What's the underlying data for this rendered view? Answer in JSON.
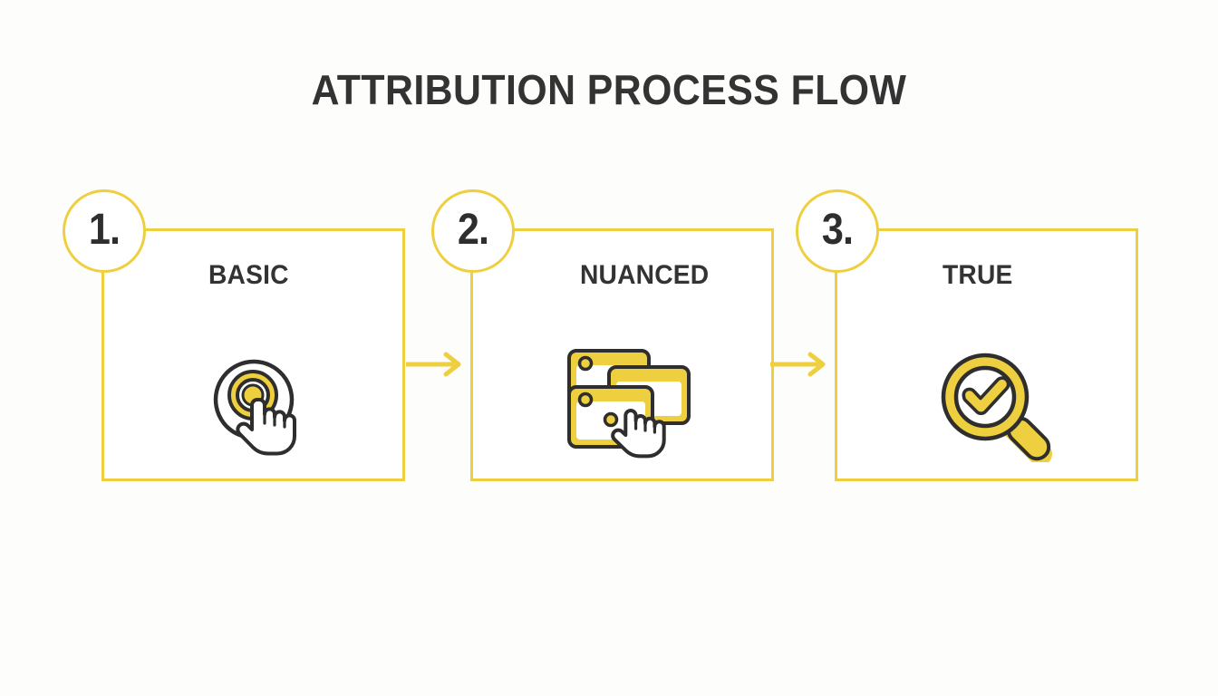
{
  "title": "ATTRIBUTION PROCESS FLOW",
  "colors": {
    "accent": "#EECF3F",
    "accent_dark": "#E3C233",
    "ink": "#333333",
    "outline": "#2e2e2e",
    "background": "#fdfdfc"
  },
  "steps": [
    {
      "number": "1.",
      "label": "BASIC",
      "icon": "click-tap-icon"
    },
    {
      "number": "2.",
      "label": "NUANCED",
      "icon": "stacked-windows-click-icon"
    },
    {
      "number": "3.",
      "label": "TRUE",
      "icon": "magnifier-check-icon"
    }
  ],
  "connectors": [
    {
      "name": "arrow-step1-to-step2"
    },
    {
      "name": "arrow-step2-to-step3"
    }
  ]
}
